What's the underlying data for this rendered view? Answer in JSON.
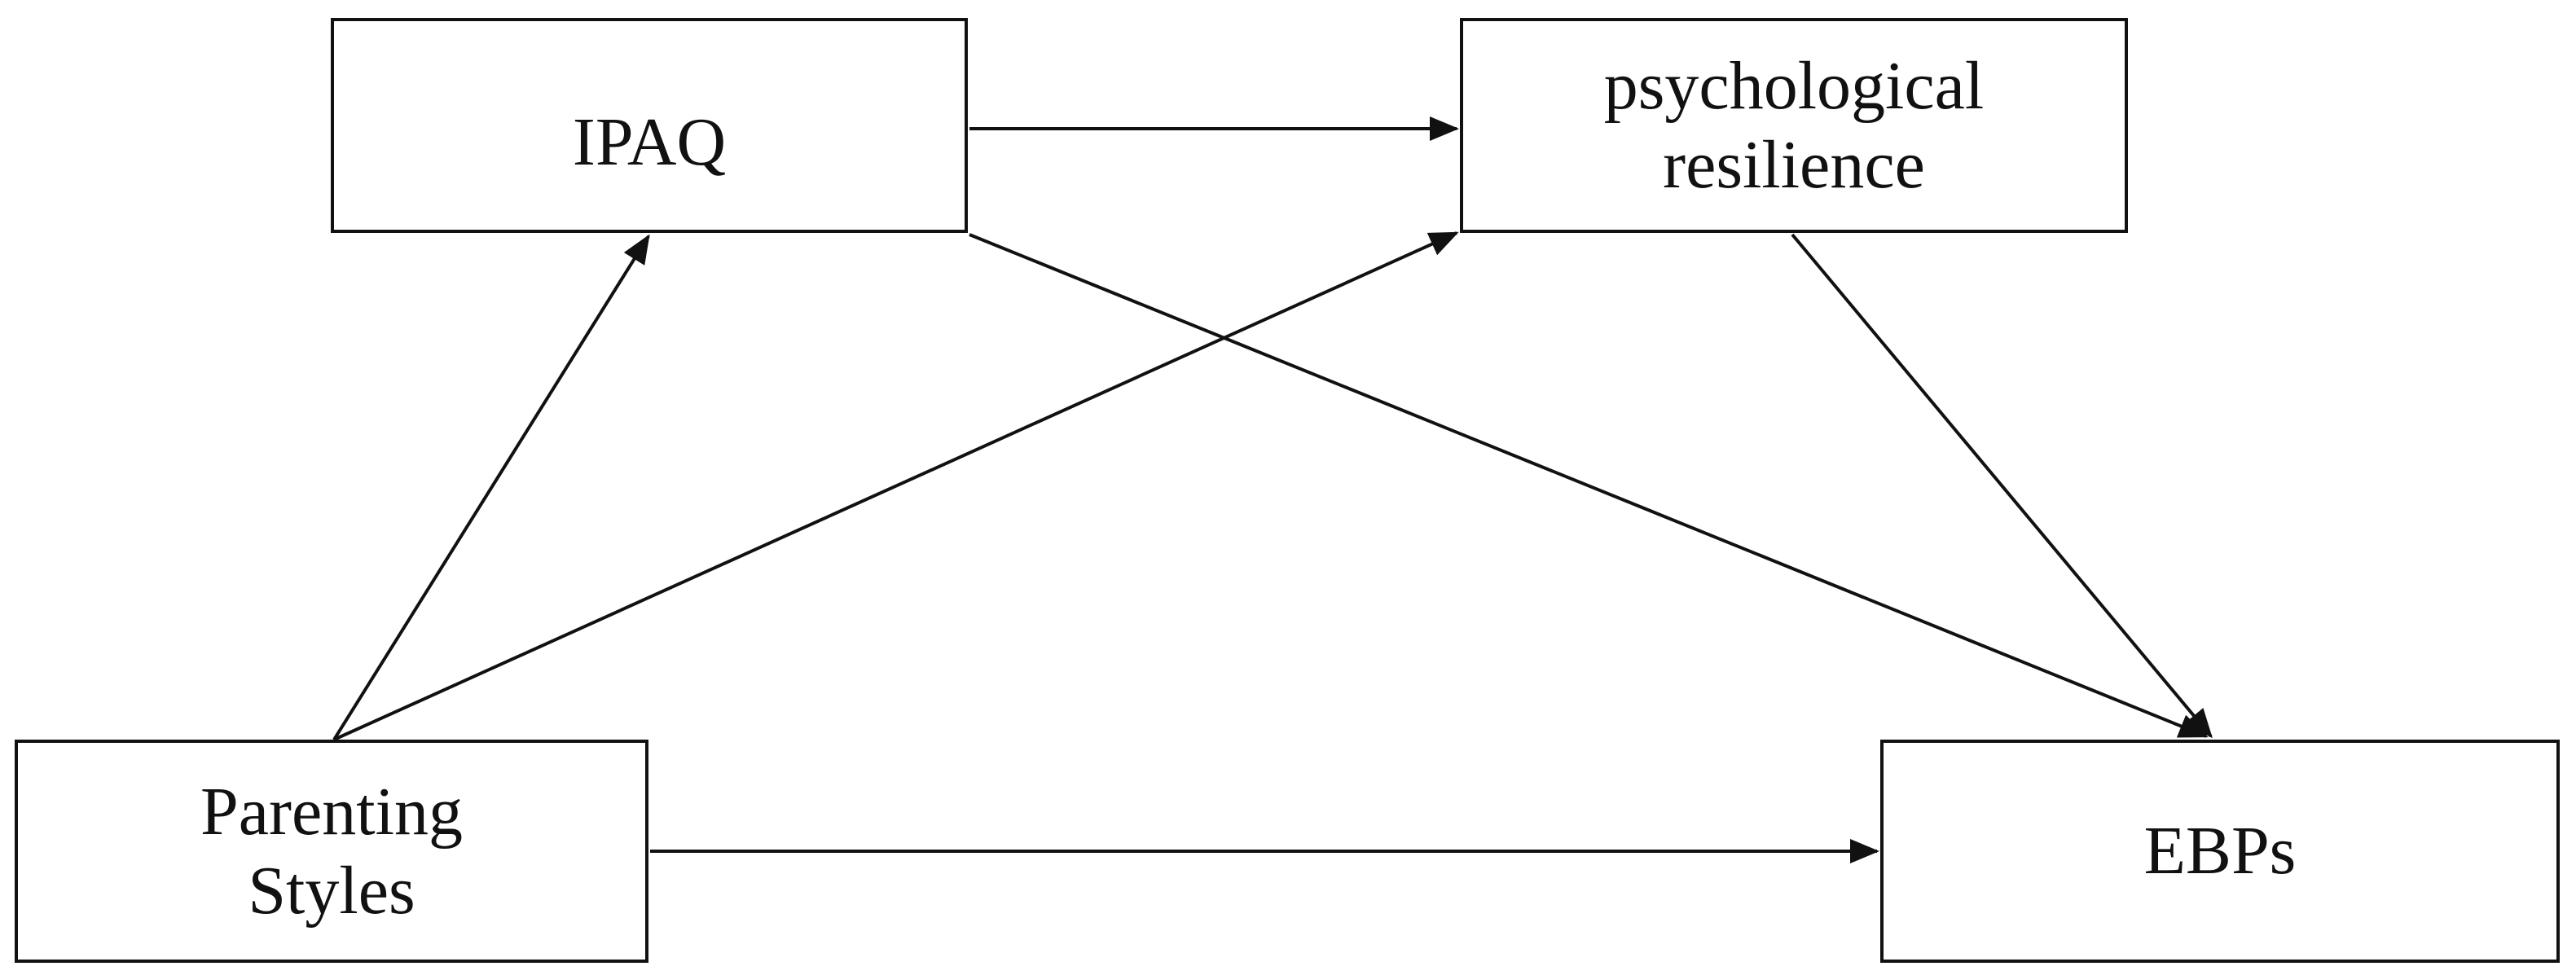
{
  "nodes": {
    "ipaq": {
      "label": "IPAQ"
    },
    "resilience": {
      "line1": "psychological",
      "line2": "resilience"
    },
    "parenting": {
      "line1": "Parenting",
      "line2": "Styles"
    },
    "ebps": {
      "label": "EBPs"
    }
  },
  "edges": [
    {
      "from": "IPAQ",
      "to": "psychological resilience"
    },
    {
      "from": "IPAQ",
      "to": "EBPs"
    },
    {
      "from": "psychological resilience",
      "to": "EBPs"
    },
    {
      "from": "Parenting Styles",
      "to": "IPAQ"
    },
    {
      "from": "Parenting Styles",
      "to": "psychological resilience"
    },
    {
      "from": "Parenting Styles",
      "to": "EBPs"
    }
  ],
  "colors": {
    "stroke": "#111111",
    "background": "#ffffff"
  }
}
